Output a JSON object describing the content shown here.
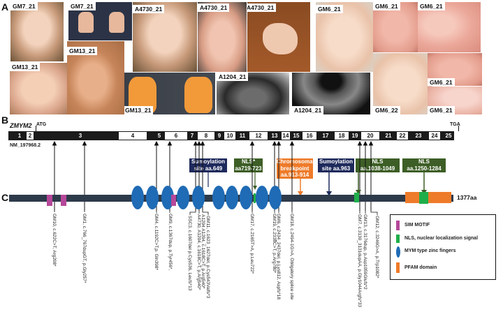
{
  "panels": {
    "a": "A",
    "b": "B",
    "c": "C"
  },
  "photos": [
    {
      "id": "p1",
      "label": "GM7_21",
      "subject": "face"
    },
    {
      "id": "p2",
      "label": "GM7_21",
      "subject": "hands"
    },
    {
      "id": "p3",
      "label": "GM13_21",
      "subject": "ear"
    },
    {
      "id": "p4",
      "label": "GM13_21",
      "subject": "face"
    },
    {
      "id": "p5",
      "label": "A4730_21",
      "subject": "face"
    },
    {
      "id": "p6",
      "label": "A4730_21",
      "subject": "ear"
    },
    {
      "id": "p7",
      "label": "A4730_21",
      "subject": "hands"
    },
    {
      "id": "p8",
      "label": "GM13_21",
      "subject": "hands"
    },
    {
      "id": "p9",
      "label": "A1204_21",
      "subject": "ultrasound"
    },
    {
      "id": "p10",
      "label": "A1204_21",
      "subject": "ultrasound"
    },
    {
      "id": "p11",
      "label": "GM6_21",
      "subject": "face"
    },
    {
      "id": "p12",
      "label": "GM6_21",
      "subject": "hand"
    },
    {
      "id": "p13",
      "label": "GM6_21",
      "subject": "finger"
    },
    {
      "id": "p14",
      "label": "GM6_22",
      "subject": "face"
    },
    {
      "id": "p15",
      "label": "GM6_21",
      "subject": "foot"
    },
    {
      "id": "p16",
      "label": "GM6_21",
      "subject": "foot"
    }
  ],
  "gene": {
    "name": "ZMYM2",
    "start_codon": "ATG",
    "stop_codon": "TGA",
    "transcript": "NM_197968.2",
    "exons": [
      "1",
      "2",
      "3",
      "4",
      "5",
      "6",
      "7",
      "8",
      "9",
      "10",
      "11",
      "12",
      "13",
      "14",
      "15",
      "16",
      "17",
      "18",
      "19",
      "20",
      "21",
      "22",
      "23",
      "24",
      "25"
    ]
  },
  "annotations": {
    "sumo1": {
      "line1": "Sumoylation",
      "line2": "site aa.649"
    },
    "nls1": {
      "line1": "NLS*",
      "line2": "aa719-723"
    },
    "breakpoint": {
      "line1": "Chromosomal",
      "line2": "breakpoint",
      "line3": "aa.913-914"
    },
    "sumo2": {
      "line1": "Sumoylation",
      "line2": "site aa.963"
    },
    "nls2": {
      "line1": "NLS",
      "line2": "aa.1038-1049"
    },
    "nls3": {
      "line1": "NLS",
      "line2": "aa.1250-1284"
    }
  },
  "protein": {
    "length_label": "1377aa"
  },
  "variants": [
    "GM10, c.622C>T, Arg208*",
    "GM1, c.766_767dupGT, p.Gly257*",
    "GM4, c.1192C>T,p. Gln398*",
    "GM9, c.1367dup, p.Tyr456*,",
    "SSC3, c.1607del p.Cys536, Leufs*13",
    "A4730, A1204, c.1618C>T, p.Arg540*",
    "A1204 A1204, c.1618C>T, p.Arg540*",
    "GM11, c.1623_1627del, p.Cys543Valfs*3",
    "GM17, c.2165T>A, p.Leu722*",
    "GM19, c.2338C>T, p.Arg780*",
    "GM6, c.2434_2437del, p.Lys812, Aspfs*18",
    "GM18, c.2494-1G>A, Obligatory splice site",
    "GM7, c.3130_3131dupAA, p.Gly1044Argfs*33",
    "GM13, c.3176dup, p.Asp1059Glufs*2",
    "GM12, c.3246G>A, p.Trp1082*"
  ],
  "legend": {
    "items": [
      {
        "label": "SIM MOTIF",
        "color": "#b5489a"
      },
      {
        "label": "NLS, nuclear localization signal",
        "color": "#1fae4a"
      },
      {
        "label": "MYM type zinc fingers",
        "color": "#1f6bb5"
      },
      {
        "label": "PFAM domain",
        "color": "#ee7b2a"
      }
    ]
  },
  "colors": {
    "sim": "#b5489a",
    "nls": "#1fae4a",
    "zinc": "#1f6bb5",
    "pfam": "#ee7b2a",
    "backbone": "#2d3a4a",
    "navy": "#1e2a5c",
    "green": "#3d5e26"
  }
}
